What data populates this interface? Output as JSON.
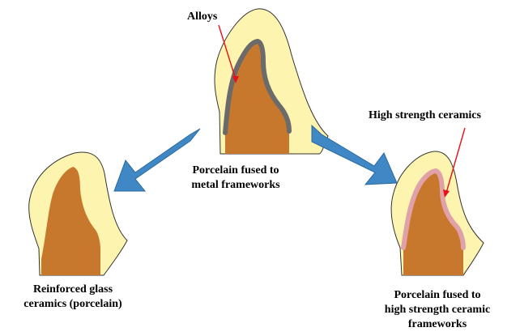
{
  "diagram": {
    "center_caption": [
      "Porcelain fused to",
      "metal frameworks"
    ],
    "left_caption": [
      "Reinforced glass",
      "ceramics (porcelain)"
    ],
    "right_caption": [
      "Porcelain fused to",
      "high strength ceramic",
      "frameworks"
    ],
    "top_annotation": "Alloys",
    "right_annotation": "High strength ceramics"
  },
  "colors": {
    "porcelain": "#fdf4b0",
    "tooth_core": "#c8782c",
    "metal_coping": "#6b6b6b",
    "ceramic_coping": "#e0a1a8",
    "arrow": "#3f88c5",
    "annotation_line": "#e8101a"
  }
}
